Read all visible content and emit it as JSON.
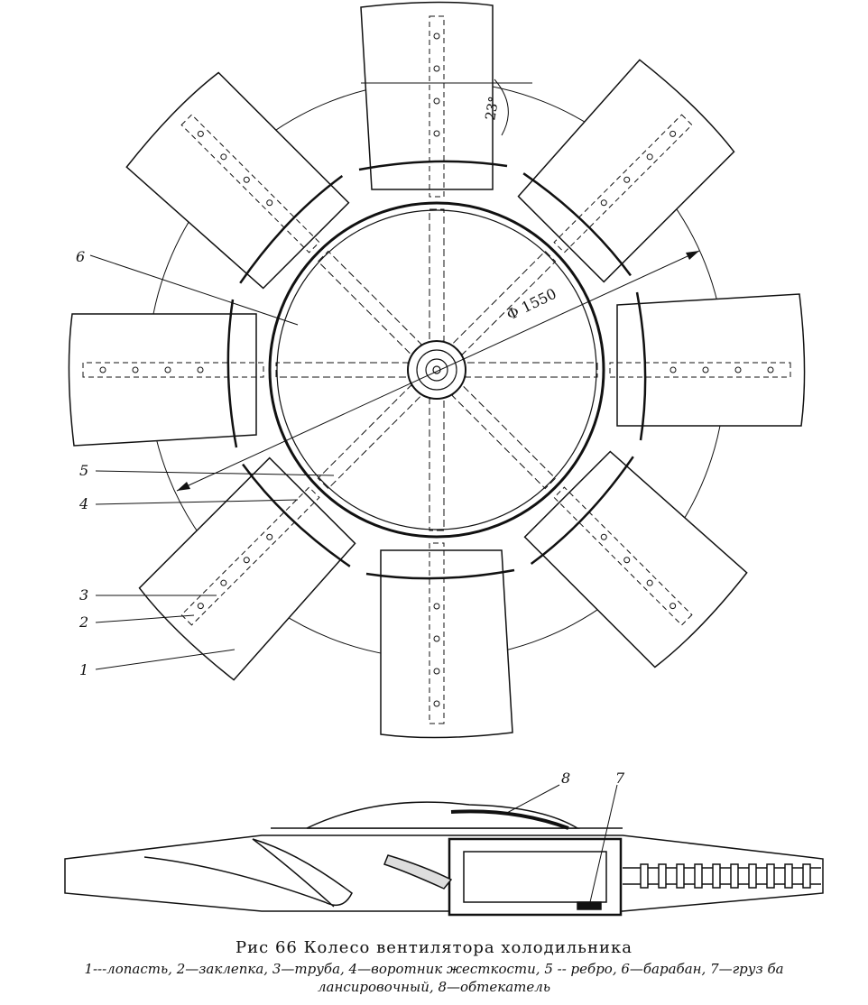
{
  "labels": {
    "l6": "6",
    "l5": "5",
    "l4": "4",
    "l3": "3",
    "l2": "2",
    "l1": "1",
    "l8": "8",
    "l7": "7",
    "diameter": "Φ 1550",
    "angle": "23°"
  },
  "caption": {
    "title": "Рис 66 Колесо вентилятора холодильника",
    "legend_line1": "1---лопасть, 2—заклепка, 3—труба, 4—воротник жесткости, 5 -- ребро, 6—барабан, 7—груз ба",
    "legend_line2": "лансировочный, 8—обтекатель"
  }
}
